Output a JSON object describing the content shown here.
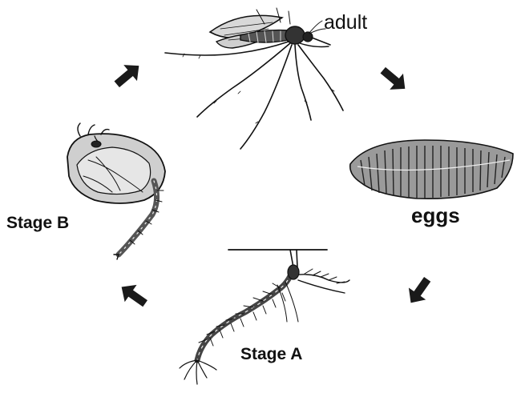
{
  "labels": {
    "adult": "adult",
    "eggs": "eggs",
    "stage_a": "Stage A",
    "stage_b": "Stage B"
  },
  "stages": [
    {
      "id": "adult",
      "illustration": "mosquito-icon"
    },
    {
      "id": "eggs",
      "illustration": "egg-raft-icon"
    },
    {
      "id": "stage_a",
      "illustration": "larva-icon"
    },
    {
      "id": "stage_b",
      "illustration": "pupa-icon"
    }
  ],
  "arrows": [
    {
      "id": "adult-to-eggs",
      "icon": "arrow-icon"
    },
    {
      "id": "eggs-to-stage-a",
      "icon": "arrow-icon"
    },
    {
      "id": "stage-a-to-stage-b",
      "icon": "arrow-icon"
    },
    {
      "id": "stage-b-to-adult",
      "icon": "arrow-icon"
    }
  ],
  "colors": {
    "ink": "#111111",
    "background": "#ffffff"
  }
}
